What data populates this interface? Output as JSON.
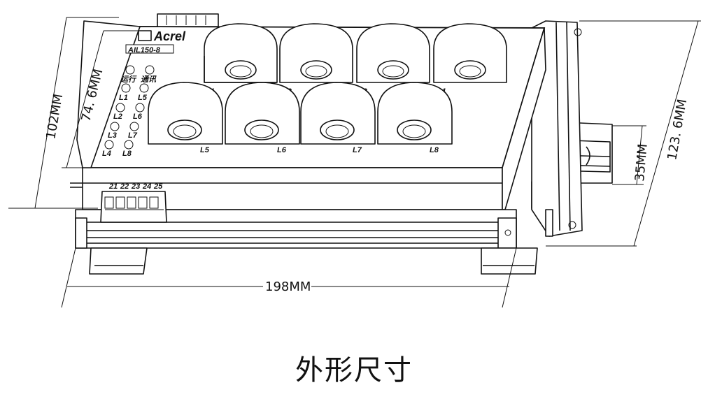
{
  "caption": "外形尺寸",
  "dimensions": {
    "height_outer": "102MM",
    "height_inner": "74. 6MM",
    "width": "198MM",
    "rail": "35MM",
    "depth": "123. 6MM"
  },
  "device": {
    "brand": "Acrel",
    "model": "AIL150-8",
    "indicator_labels": {
      "run": "运行",
      "comm": "通讯",
      "left": [
        "L1",
        "L2",
        "L3",
        "L4"
      ],
      "right": [
        "L5",
        "L6",
        "L7",
        "L8"
      ]
    },
    "channel_labels_back": [
      "L1",
      "L2",
      "L3",
      "L4"
    ],
    "channel_labels_front": [
      "L5",
      "L6",
      "L7",
      "L8"
    ],
    "terminals": [
      "21",
      "22",
      "23",
      "24",
      "25"
    ]
  }
}
